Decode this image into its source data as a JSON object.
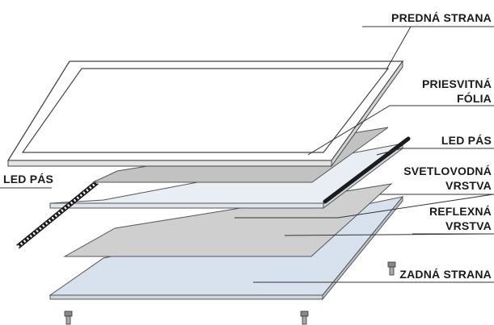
{
  "labels": {
    "front": {
      "lines": [
        "PREDNÁ STRANA"
      ]
    },
    "foil": {
      "lines": [
        "PRIESVITNÁ",
        "FÓLIA"
      ]
    },
    "led_right": {
      "lines": [
        "LED PÁS"
      ]
    },
    "led_left": {
      "lines": [
        "LED PÁS"
      ]
    },
    "lightguide": {
      "lines": [
        "SVETLOVODNÁ",
        "VRSTVA"
      ]
    },
    "reflective": {
      "lines": [
        "REFLEXNÁ",
        "VRSTVA"
      ]
    },
    "back": {
      "lines": [
        "ZADNÁ STRANA"
      ]
    }
  },
  "colors": {
    "outline": "#555555",
    "leader": "#333333",
    "frame_fill": "#ffffff",
    "frame_edge": "#d9d9d9",
    "foil_fill": "#c2c2c2",
    "guide_fill": "#e9eef5",
    "reflect_fill": "#cfcfcf",
    "back_fill": "#d8e2ee",
    "led_strip": "#1c1c1c"
  }
}
